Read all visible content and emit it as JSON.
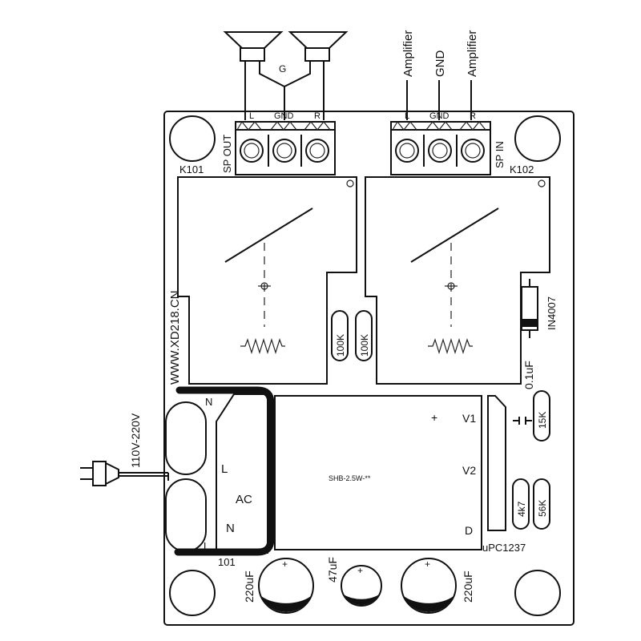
{
  "speaker_ground_label": "G",
  "sp_out": {
    "terminal_labels": [
      "L",
      "GND",
      "R"
    ],
    "header": "SP OUT",
    "relay_ref": "K101"
  },
  "sp_in": {
    "wire_labels": [
      "Amplifier",
      "GND",
      "Amplifier"
    ],
    "terminal_labels": [
      "L",
      "GND",
      "R"
    ],
    "header": "SP IN",
    "relay_ref": "K102"
  },
  "website": "WWW.XD218.CN",
  "components": {
    "resistor_100k_a": "100K",
    "resistor_100k_b": "100K",
    "diode": "IN4007",
    "capacitor_small": "0.1uF",
    "resistor_15k": "15K",
    "resistor_4k7": "4k7",
    "resistor_56k": "56K",
    "cap_left": "220uF",
    "cap_mid": "47uF",
    "cap_right": "220uF",
    "plus_sign": "+"
  },
  "power": {
    "voltage": "110V-220V",
    "n_top": "N",
    "l_bottom": "L",
    "ac_l": "L",
    "ac": "AC",
    "ac_n": "N",
    "module_ref": "101"
  },
  "transformer": {
    "model": "SHB-2.5W-**",
    "plus": "+",
    "v1": "V1",
    "v2": "V2",
    "d": "D",
    "ic": "uPC1237"
  }
}
